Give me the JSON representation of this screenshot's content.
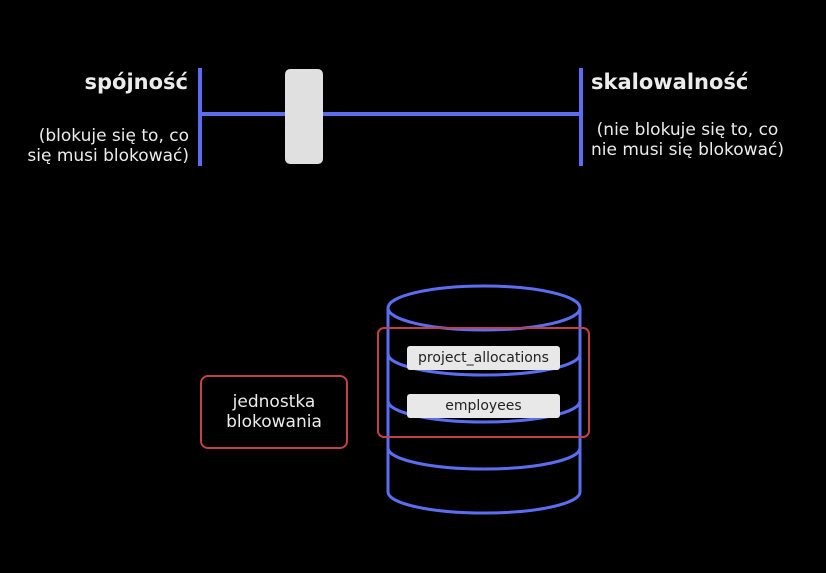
{
  "scale": {
    "left_label": "spójność",
    "left_note_line1": "(blokuje się to, co",
    "left_note_line2": "się musi blokować)",
    "right_label": "skalowalność",
    "right_note_line1": "(nie blokuje się to, co",
    "right_note_line2": "nie musi się blokować)"
  },
  "lock_unit": {
    "line1": "jednostka",
    "line2": "blokowania"
  },
  "database": {
    "tables": [
      "project_allocations",
      "employees"
    ]
  },
  "colors": {
    "background": "#000000",
    "scale_line": "#5b6ef0",
    "slider": "#e0e0e0",
    "database_outline": "#5b6ef0",
    "lock_unit_outline": "#c1414a",
    "text": "#ececec"
  },
  "icons": {
    "database": "database-cylinder-icon",
    "slider": "slider-handle"
  }
}
